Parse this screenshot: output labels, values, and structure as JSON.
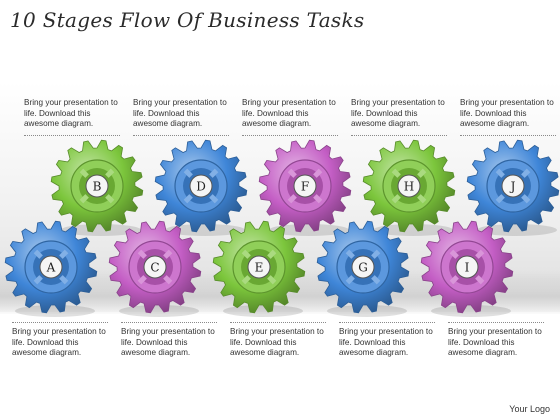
{
  "title": "10 Stages Flow Of Business Tasks",
  "placeholder_text": "Bring your presentation to life. Download this awesome diagram.",
  "logo": "Your Logo",
  "colors": {
    "blue": "#3f86d8",
    "green": "#7cc63c",
    "purple": "#c45ec5"
  },
  "gears": [
    {
      "label": "A",
      "color": "blue",
      "row": "bottom"
    },
    {
      "label": "B",
      "color": "green",
      "row": "top"
    },
    {
      "label": "C",
      "color": "purple",
      "row": "bottom"
    },
    {
      "label": "D",
      "color": "blue",
      "row": "top"
    },
    {
      "label": "E",
      "color": "green",
      "row": "bottom"
    },
    {
      "label": "F",
      "color": "purple",
      "row": "top"
    },
    {
      "label": "G",
      "color": "blue",
      "row": "bottom"
    },
    {
      "label": "H",
      "color": "green",
      "row": "top"
    },
    {
      "label": "I",
      "color": "purple",
      "row": "bottom"
    },
    {
      "label": "J",
      "color": "blue",
      "row": "top"
    }
  ],
  "top_notes": [
    "Bring your presentation to life. Download this awesome diagram.",
    "Bring your presentation to life. Download this awesome diagram.",
    "Bring your presentation to life. Download this awesome diagram.",
    "Bring your presentation to life. Download this awesome diagram.",
    "Bring your presentation to life. Download this awesome diagram."
  ],
  "bottom_notes": [
    "Bring your presentation to life. Download this awesome diagram.",
    "Bring your presentation to life. Download this awesome diagram.",
    "Bring your presentation to life. Download this awesome diagram.",
    "Bring your presentation to life. Download this awesome diagram.",
    "Bring your presentation to life. Download this awesome diagram."
  ]
}
